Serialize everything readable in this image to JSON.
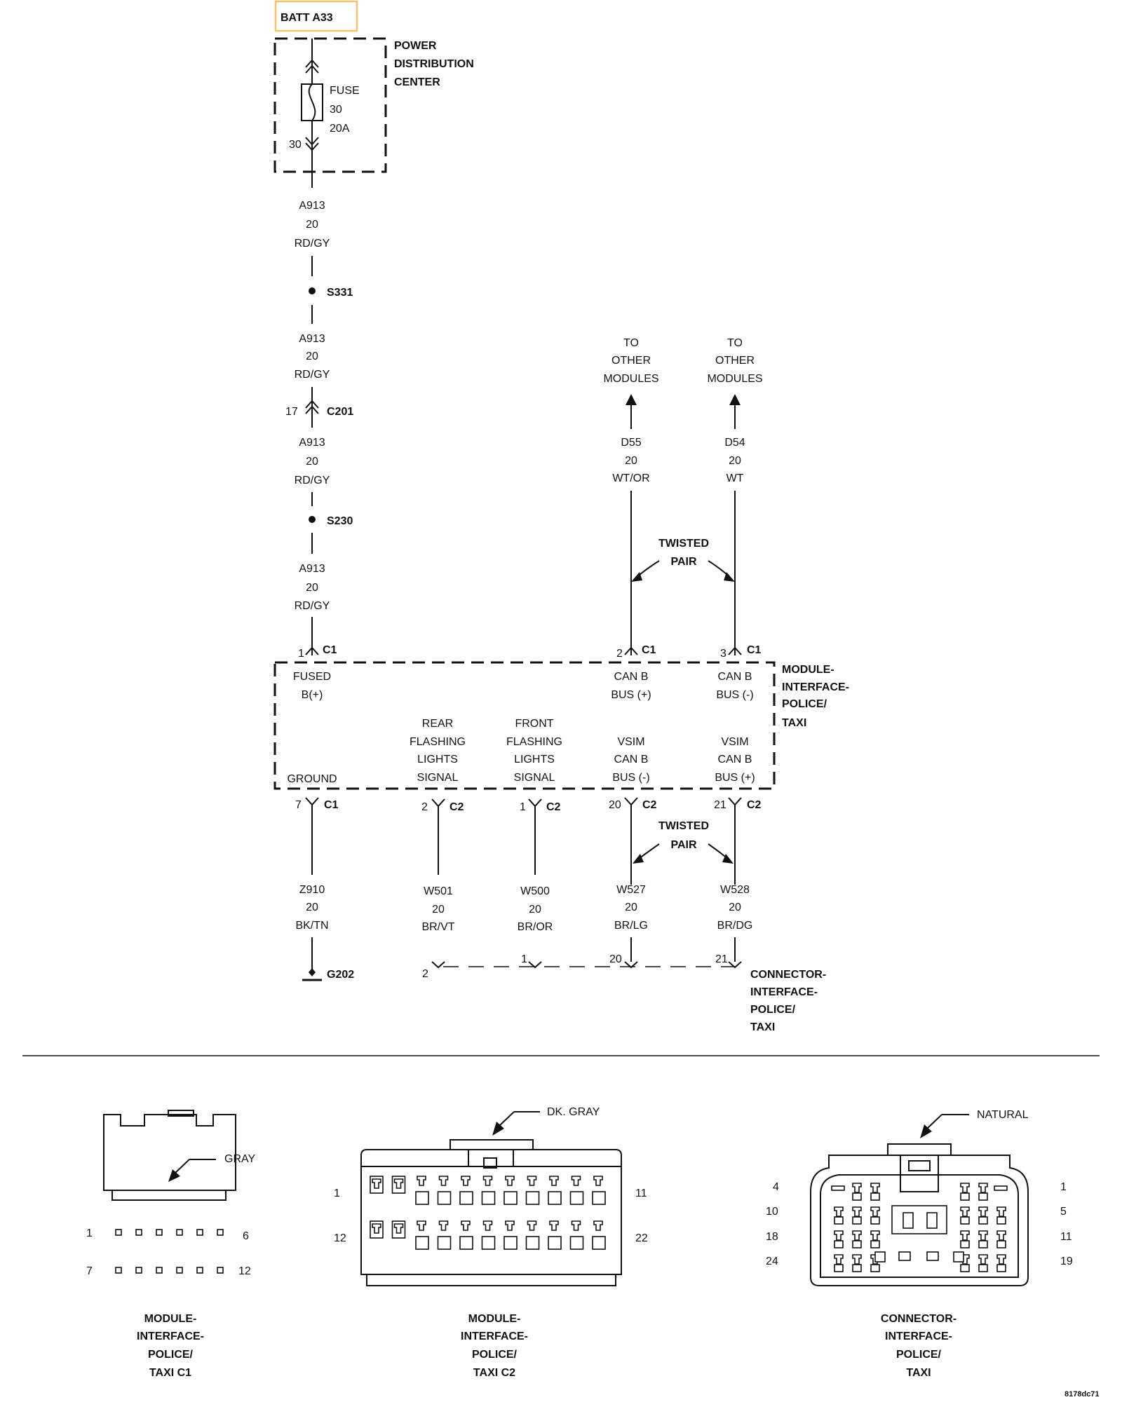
{
  "batt": {
    "label": "BATT A33",
    "border_color": "#f5c26b"
  },
  "pdc": {
    "title": [
      "POWER",
      "DISTRIBUTION",
      "CENTER"
    ],
    "fuse": [
      "FUSE",
      "30",
      "20A"
    ],
    "cavity": "30"
  },
  "wires": {
    "a913_1": [
      "A913",
      "20",
      "RD/GY"
    ],
    "a913_2": [
      "A913",
      "20",
      "RD/GY"
    ],
    "a913_3": [
      "A913",
      "20",
      "RD/GY"
    ],
    "a913_4": [
      "A913",
      "20",
      "RD/GY"
    ],
    "d55": [
      "D55",
      "20",
      "WT/OR"
    ],
    "d54": [
      "D54",
      "20",
      "WT"
    ],
    "z910": [
      "Z910",
      "20",
      "BK/TN"
    ],
    "w501": [
      "W501",
      "20",
      "BR/VT"
    ],
    "w500": [
      "W500",
      "20",
      "BR/OR"
    ],
    "w527": [
      "W527",
      "20",
      "BR/LG"
    ],
    "w528": [
      "W528",
      "20",
      "BR/DG"
    ]
  },
  "splices": {
    "s331": "S331",
    "s230": "S230"
  },
  "inline_conn": {
    "pin": "17",
    "name": "C201"
  },
  "to_other": [
    "TO",
    "OTHER",
    "MODULES"
  ],
  "twisted": [
    "TWISTED",
    "PAIR"
  ],
  "module": {
    "title": [
      "MODULE-",
      "INTERFACE-",
      "POLICE/",
      "TAXI"
    ],
    "pins_top": [
      {
        "pin": "1",
        "conn": "C1",
        "label": [
          "FUSED",
          "B(+)"
        ]
      },
      {
        "pin": "2",
        "conn": "C1",
        "label": [
          "CAN B",
          "BUS (+)"
        ]
      },
      {
        "pin": "3",
        "conn": "C1",
        "label": [
          "CAN B",
          "BUS (-)"
        ]
      }
    ],
    "pins_bottom": [
      {
        "pin": "7",
        "conn": "C1",
        "label": [
          "GROUND"
        ]
      },
      {
        "pin": "2",
        "conn": "C2",
        "label": [
          "REAR",
          "FLASHING",
          "LIGHTS",
          "SIGNAL"
        ]
      },
      {
        "pin": "1",
        "conn": "C2",
        "label": [
          "FRONT",
          "FLASHING",
          "LIGHTS",
          "SIGNAL"
        ]
      },
      {
        "pin": "20",
        "conn": "C2",
        "label": [
          "VSIM",
          "CAN B",
          "BUS (-)"
        ]
      },
      {
        "pin": "21",
        "conn": "C2",
        "label": [
          "VSIM",
          "CAN B",
          "BUS (+)"
        ]
      }
    ]
  },
  "ground": "G202",
  "bottom_conn": {
    "pins": [
      "2",
      "1",
      "20",
      "21"
    ],
    "title": [
      "CONNECTOR-",
      "INTERFACE-",
      "POLICE/",
      "TAXI"
    ]
  },
  "views": {
    "c1": {
      "color": "GRAY",
      "pins": [
        "1",
        "6",
        "7",
        "12"
      ],
      "caption": [
        "MODULE-",
        "INTERFACE-",
        "POLICE/",
        "TAXI C1"
      ]
    },
    "c2": {
      "color": "DK. GRAY",
      "pins": [
        "1",
        "11",
        "12",
        "22"
      ],
      "caption": [
        "MODULE-",
        "INTERFACE-",
        "POLICE/",
        "TAXI C2"
      ]
    },
    "c3": {
      "color": "NATURAL",
      "pins": [
        "4",
        "10",
        "18",
        "24",
        "1",
        "5",
        "11",
        "19"
      ],
      "caption": [
        "CONNECTOR-",
        "INTERFACE-",
        "POLICE/",
        "TAXI"
      ]
    }
  },
  "doc_id": "8178dc71"
}
